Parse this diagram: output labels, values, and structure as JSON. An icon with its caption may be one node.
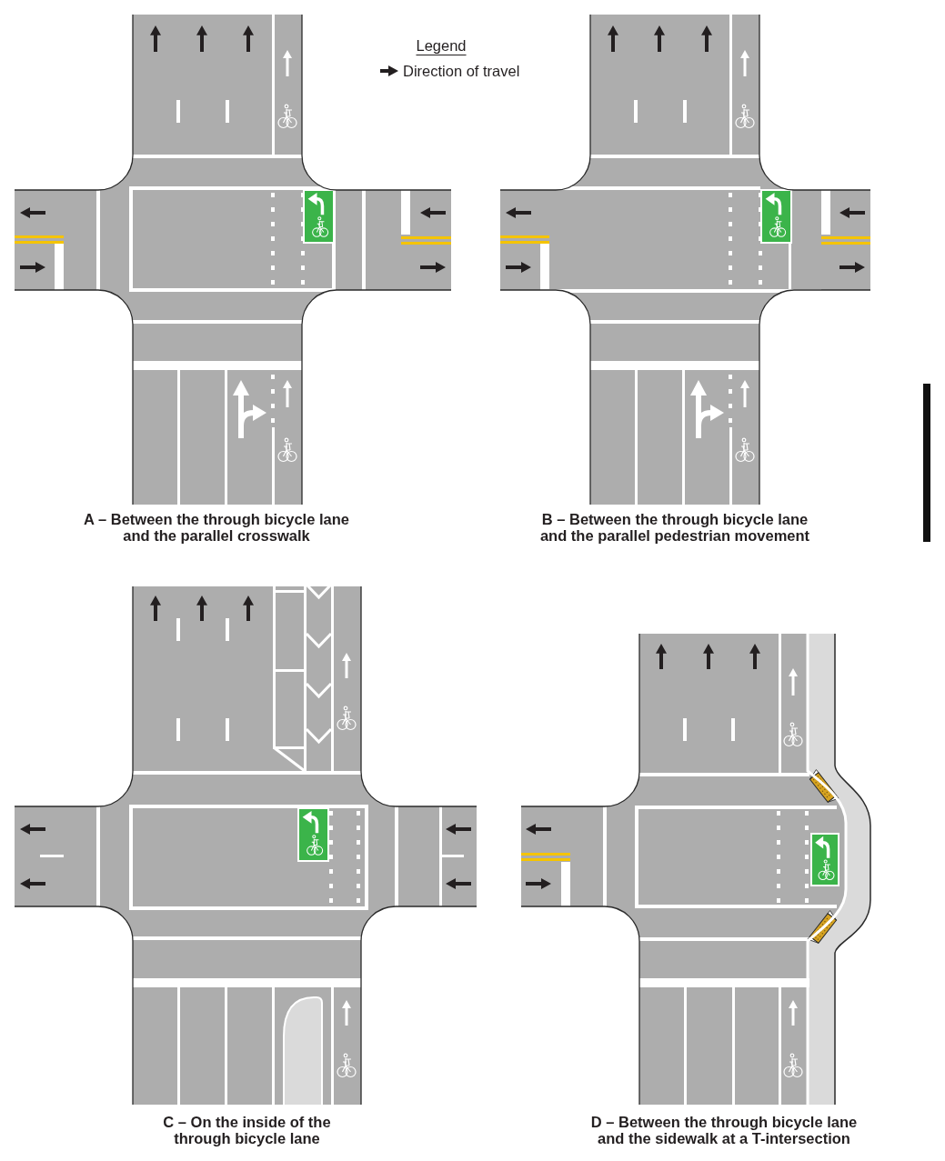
{
  "diagram": {
    "labels": [
      "Legend",
      "A – Between the through bicycle lane and the parallel crosswalk",
      "B – Between the through bicycle lane and the parallel pedestrian movement",
      "C – On the inside of the through bicycle lane",
      "D – Between the through bicycle lane and the sidewalk at a T-intersection"
    ],
    "legend": [
      {
        "text": "Direction of travel"
      }
    ]
  }
}
